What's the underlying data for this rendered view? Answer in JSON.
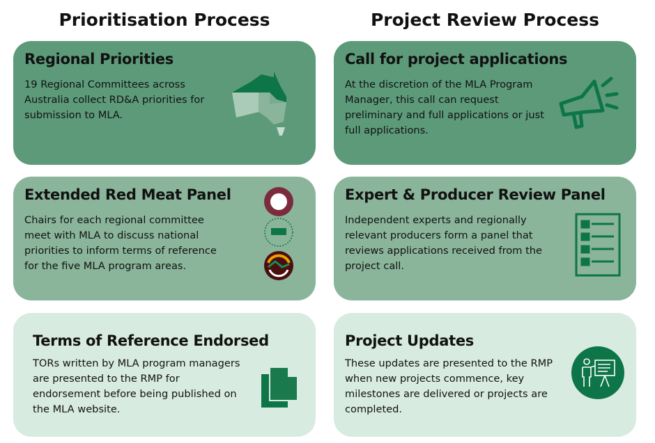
{
  "columns": [
    {
      "title": "Prioritisation Process",
      "cards": [
        {
          "title": "Regional Priorities",
          "body": "19 Regional Committees across Australia collect RD&A priorities for submission to MLA.",
          "icon": "australia-map-icon"
        },
        {
          "title": "Extended Red Meat Panel",
          "body": "Chairs for each regional committee meet with MLA to discuss national priorities to inform terms of reference for the five MLA program areas.",
          "icon": "council-logos"
        },
        {
          "title": "Terms of Reference Endorsed",
          "body": "TORs written by MLA program managers are presented to the RMP for endorsement before being published on the MLA website.",
          "icon": "documents-icon"
        }
      ]
    },
    {
      "title": "Project Review Process",
      "cards": [
        {
          "title": "Call for project applications",
          "body": "At the discretion of the MLA Program Manager, this call can request preliminary and full applications or just full applications.",
          "icon": "megaphone-icon"
        },
        {
          "title": "Expert & Producer Review Panel",
          "body": "Independent experts and regionally relevant producers form a panel that reviews applications received from the project call.",
          "icon": "checklist-icon"
        },
        {
          "title": "Project Updates",
          "body": "These updates are presented to the RMP when new projects commence, key milestones are delivered or projects are completed.",
          "icon": "presentation-icon"
        }
      ]
    }
  ],
  "colors": {
    "dark": "#5c9a7a",
    "mid": "#8ab59b",
    "light": "#d8ebe0",
    "accent": "#0d7547"
  }
}
